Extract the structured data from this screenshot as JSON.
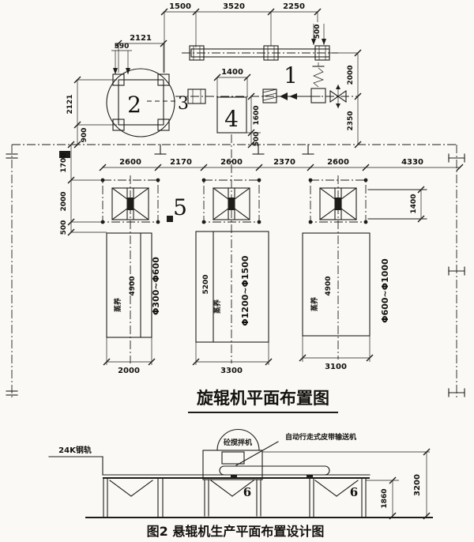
{
  "plan_title": "旋辊机平面布置图",
  "figure_caption": "图2  悬辊机生产平面布置设计图",
  "annotations": {
    "rail": "24K钢轨",
    "mixer": "砼搅拌机",
    "conveyor": "自动行走式皮带输送机"
  },
  "parts": {
    "p1": "1",
    "p2": "2",
    "p3": "3",
    "p4": "4",
    "p5": "5",
    "p6": "6"
  },
  "plan": {
    "top_chain": [
      "1500",
      "3520",
      "2250"
    ],
    "top_offset": "500",
    "m2_width": "2121",
    "m2_height": "2121",
    "m2_offset": "590",
    "m2_base": "900",
    "m4_width": "1400",
    "m4_height": "1600",
    "m4_gap": "500",
    "right_chain": [
      "2000",
      "2350"
    ],
    "row_chain": [
      "2600",
      "2170",
      "2600",
      "2370",
      "2600",
      "4330"
    ],
    "left_chain": [
      "1700",
      "2000",
      "500"
    ],
    "track_gauge": "1400",
    "pits": [
      {
        "width": "2000",
        "length": "4900",
        "name": "蒸养",
        "pipe_range": "Φ300~Φ600"
      },
      {
        "width": "3300",
        "length": "5200",
        "name": "蒸养",
        "pipe_range": "Φ1200~Φ1500"
      },
      {
        "width": "3100",
        "length": "4900",
        "name": "蒸养",
        "pipe_range": "Φ600~Φ1000"
      }
    ]
  },
  "elevation": {
    "rail_height": "1860",
    "total_height": "3200"
  }
}
